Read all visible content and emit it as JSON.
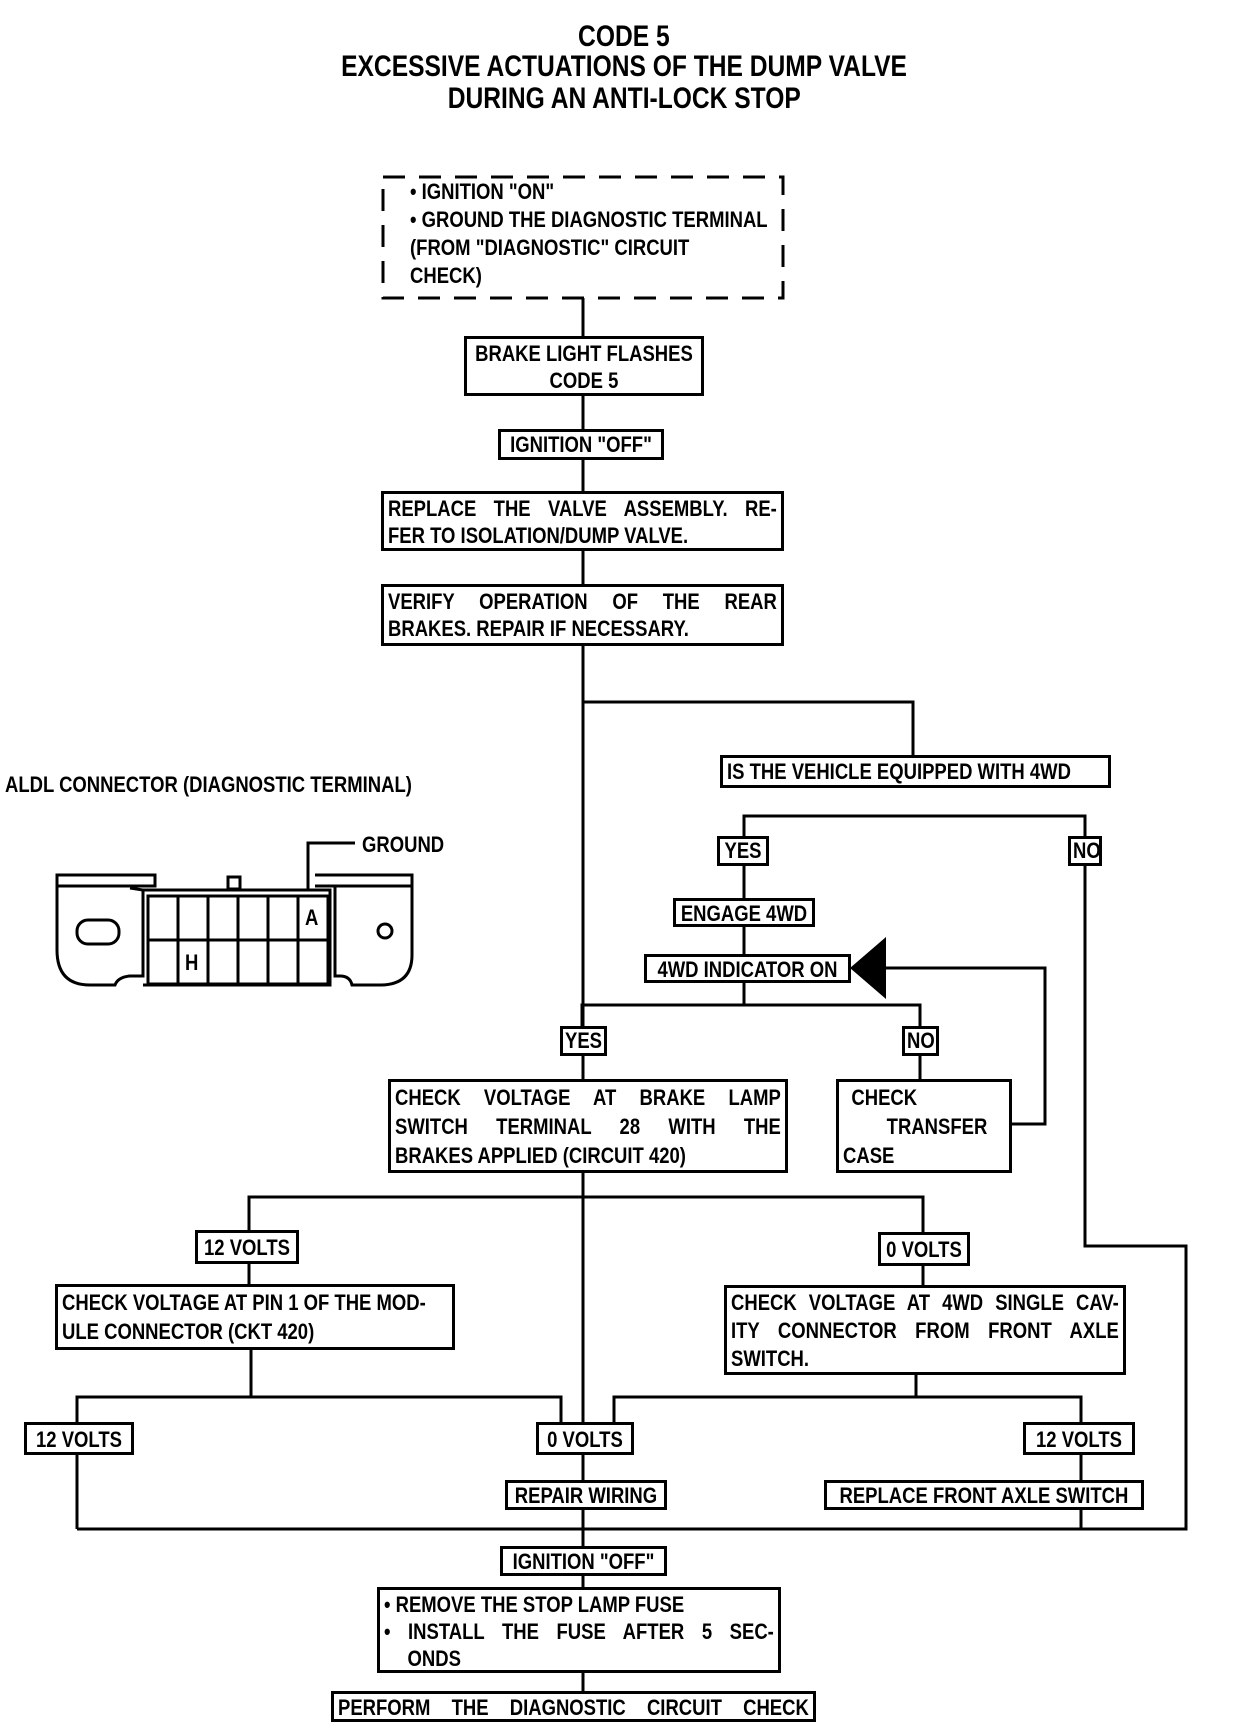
{
  "title": {
    "line1": "CODE 5",
    "line2": "EXCESSIVE ACTUATIONS OF THE DUMP VALVE",
    "line3": "DURING AN ANTI-LOCK STOP"
  },
  "start": {
    "lines": [
      "• IGNITION \"ON\"",
      "• GROUND THE DIAGNOSTIC TERMINAL",
      "(FROM \"DIAGNOSTIC\" CIRCUIT",
      "CHECK)"
    ]
  },
  "steps": {
    "brake_light": [
      "BRAKE LIGHT FLASHES",
      "CODE 5"
    ],
    "ignition_off_1": "IGNITION \"OFF\"",
    "replace_valve": [
      "REPLACE THE VALVE ASSEMBLY. RE-",
      "FER TO ISOLATION/DUMP VALVE."
    ],
    "verify_rear": [
      "VERIFY OPERATION OF THE REAR",
      "BRAKES. REPAIR IF NECESSARY."
    ],
    "is_4wd": "IS THE VEHICLE EQUIPPED WITH 4WD",
    "yes_1": "YES",
    "no_1": "NO",
    "engage_4wd": "ENGAGE 4WD",
    "indicator_on": "4WD INDICATOR ON",
    "yes_2": "YES",
    "no_2": "NO",
    "check_brake_lamp": [
      "CHECK VOLTAGE AT BRAKE LAMP",
      "SWITCH TERMINAL 28 WITH THE",
      "BRAKES APPLIED (CIRCUIT 420)"
    ],
    "check_transfer": [
      "CHECK",
      "TRANSFER",
      "CASE"
    ],
    "v12_a": "12 VOLTS",
    "v0_a": "0 VOLTS",
    "check_pin1": [
      "CHECK VOLTAGE AT PIN 1 OF THE MOD-",
      "ULE CONNECTOR (CKT 420)"
    ],
    "check_4wd_conn": [
      "CHECK VOLTAGE AT 4WD SINGLE CAV-",
      "ITY CONNECTOR FROM FRONT AXLE",
      "SWITCH."
    ],
    "v12_b": "12 VOLTS",
    "v0_b": "0 VOLTS",
    "v12_c": "12 VOLTS",
    "repair_wiring": "REPAIR WIRING",
    "replace_axle_switch": "REPLACE FRONT AXLE SWITCH",
    "ignition_off_2": "IGNITION \"OFF\"",
    "fuse": [
      "• REMOVE THE STOP LAMP FUSE",
      "• INSTALL THE FUSE AFTER 5 SEC-",
      "ONDS"
    ],
    "perform": "PERFORM THE DIAGNOSTIC CIRCUIT CHECK"
  },
  "connector": {
    "label": "ALDL CONNECTOR (DIAGNOSTIC TERMINAL)",
    "ground": "GROUND",
    "pin_a": "A",
    "pin_h": "H"
  }
}
